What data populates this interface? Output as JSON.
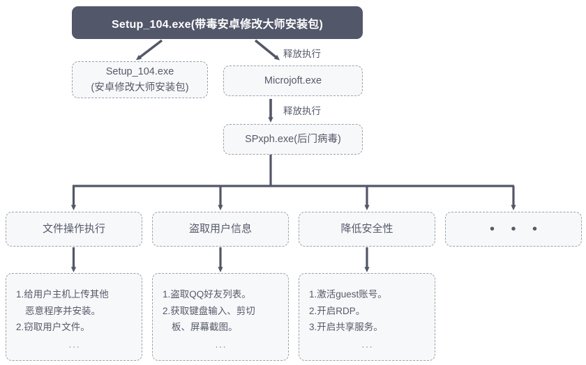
{
  "diagram": {
    "title_node": {
      "label": "Setup_104.exe(带毒安卓修改大师安装包)"
    },
    "colors": {
      "root_fill": "#525769",
      "root_text": "#ffffff",
      "node_fill": "#f7f8f9",
      "node_border": "#9aa0ad",
      "node_text": "#555a6b",
      "connector": "#525769",
      "page_background": "#ffffff"
    },
    "level2": [
      {
        "name": "dropped-installer",
        "line1": "Setup_104.exe",
        "line2": "(安卓修改大师安装包)"
      },
      {
        "name": "microjoft-exe",
        "line1": "Microjoft.exe"
      }
    ],
    "level3": {
      "name": "spxph-backdoor",
      "label": "SPxph.exe(后门病毒)"
    },
    "edge_labels": {
      "drop_exec_1": "释放执行",
      "drop_exec_2": "释放执行"
    },
    "categories": [
      {
        "name": "file-operations",
        "label": "文件操作执行"
      },
      {
        "name": "steal-user-info",
        "label": "盗取用户信息"
      },
      {
        "name": "lower-security",
        "label": "降低安全性"
      },
      {
        "name": "more-ellipsis",
        "label": "• • •"
      }
    ],
    "details": [
      {
        "name": "file-operations-details",
        "lines": [
          {
            "text": "1.给用户主机上传其他",
            "continuation": false
          },
          {
            "text": "恶意程序并安装。",
            "continuation": true
          },
          {
            "text": "2.窃取用户文件。",
            "continuation": false
          }
        ],
        "ellipsis": "..."
      },
      {
        "name": "steal-user-info-details",
        "lines": [
          {
            "text": "1.盗取QQ好友列表。",
            "continuation": false
          },
          {
            "text": "2.获取键盘输入、剪切",
            "continuation": false
          },
          {
            "text": "板、屏幕截图。",
            "continuation": true
          }
        ],
        "ellipsis": "..."
      },
      {
        "name": "lower-security-details",
        "lines": [
          {
            "text": "1.激活guest账号。",
            "continuation": false
          },
          {
            "text": "2.开启RDP。",
            "continuation": false
          },
          {
            "text": "3.开启共享服务。",
            "continuation": false
          }
        ],
        "ellipsis": "..."
      }
    ]
  }
}
